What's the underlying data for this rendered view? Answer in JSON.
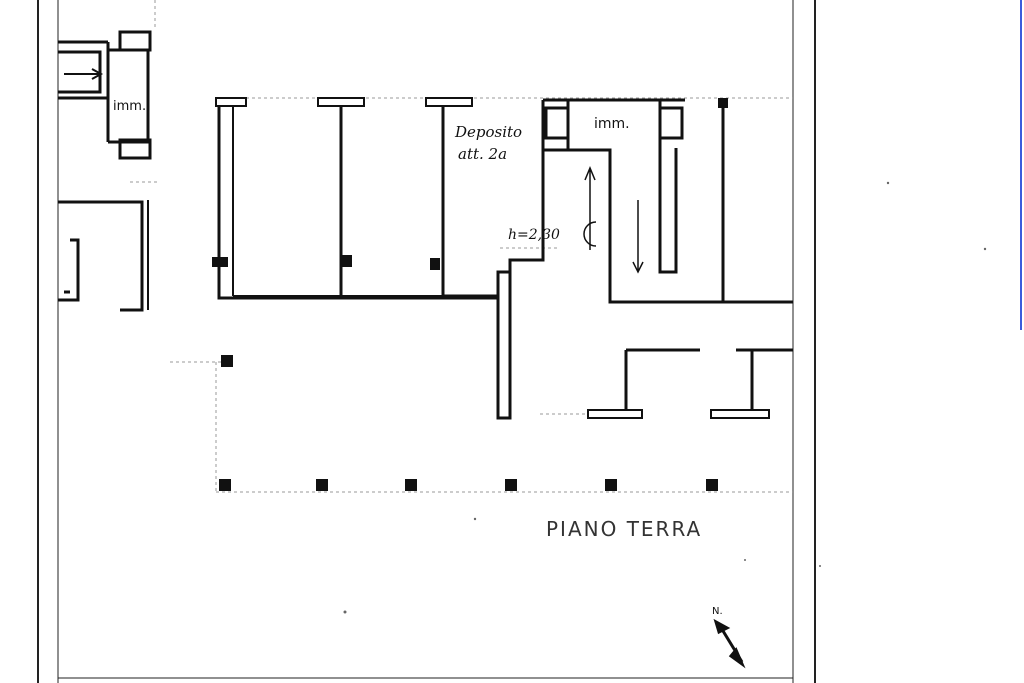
{
  "labels": {
    "imm_left": "imm.",
    "imm_center": "imm.",
    "deposito_line1": "Deposito",
    "deposito_line2": "att. 2a",
    "height": "h=2,30",
    "floor_name": "PIANO TERRA",
    "north": "N."
  },
  "colors": {
    "wall": "#111111",
    "frame": "#222222",
    "guide": "#9a9a9a",
    "side_line": "#3b5bdb"
  }
}
